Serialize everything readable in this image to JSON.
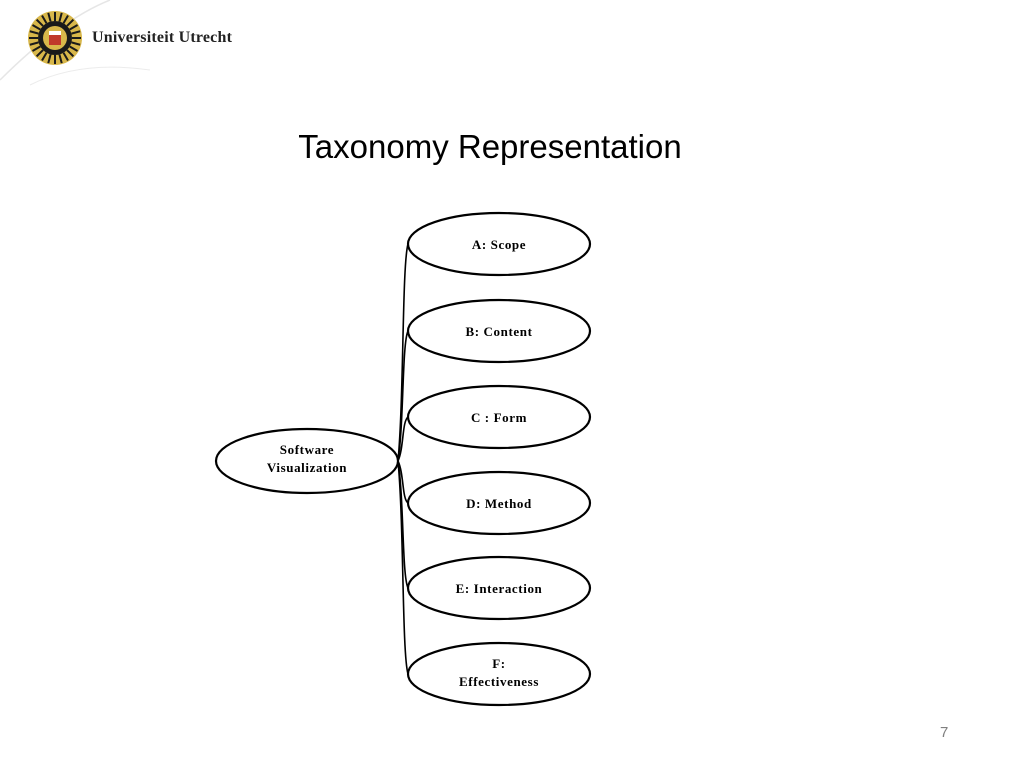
{
  "header": {
    "brand_name": "Universiteit Utrecht"
  },
  "slide": {
    "title": "Taxonomy Representation",
    "page_number": "7"
  },
  "diagram": {
    "root": {
      "lines": [
        "Software",
        "Visualization"
      ]
    },
    "children": [
      {
        "lines": [
          "A: Scope"
        ]
      },
      {
        "lines": [
          "B: Content"
        ]
      },
      {
        "lines": [
          "C : Form"
        ]
      },
      {
        "lines": [
          "D: Method"
        ]
      },
      {
        "lines": [
          "E: Interaction"
        ]
      },
      {
        "lines": [
          "F:",
          "Effectiveness"
        ]
      }
    ]
  },
  "colors": {
    "logo_gold": "#d8b74a",
    "logo_dark": "#1a1a1a",
    "logo_red": "#c0392b",
    "page_number": "#7f7f7f"
  },
  "icons": {
    "logo": "sun-emblem-icon"
  }
}
